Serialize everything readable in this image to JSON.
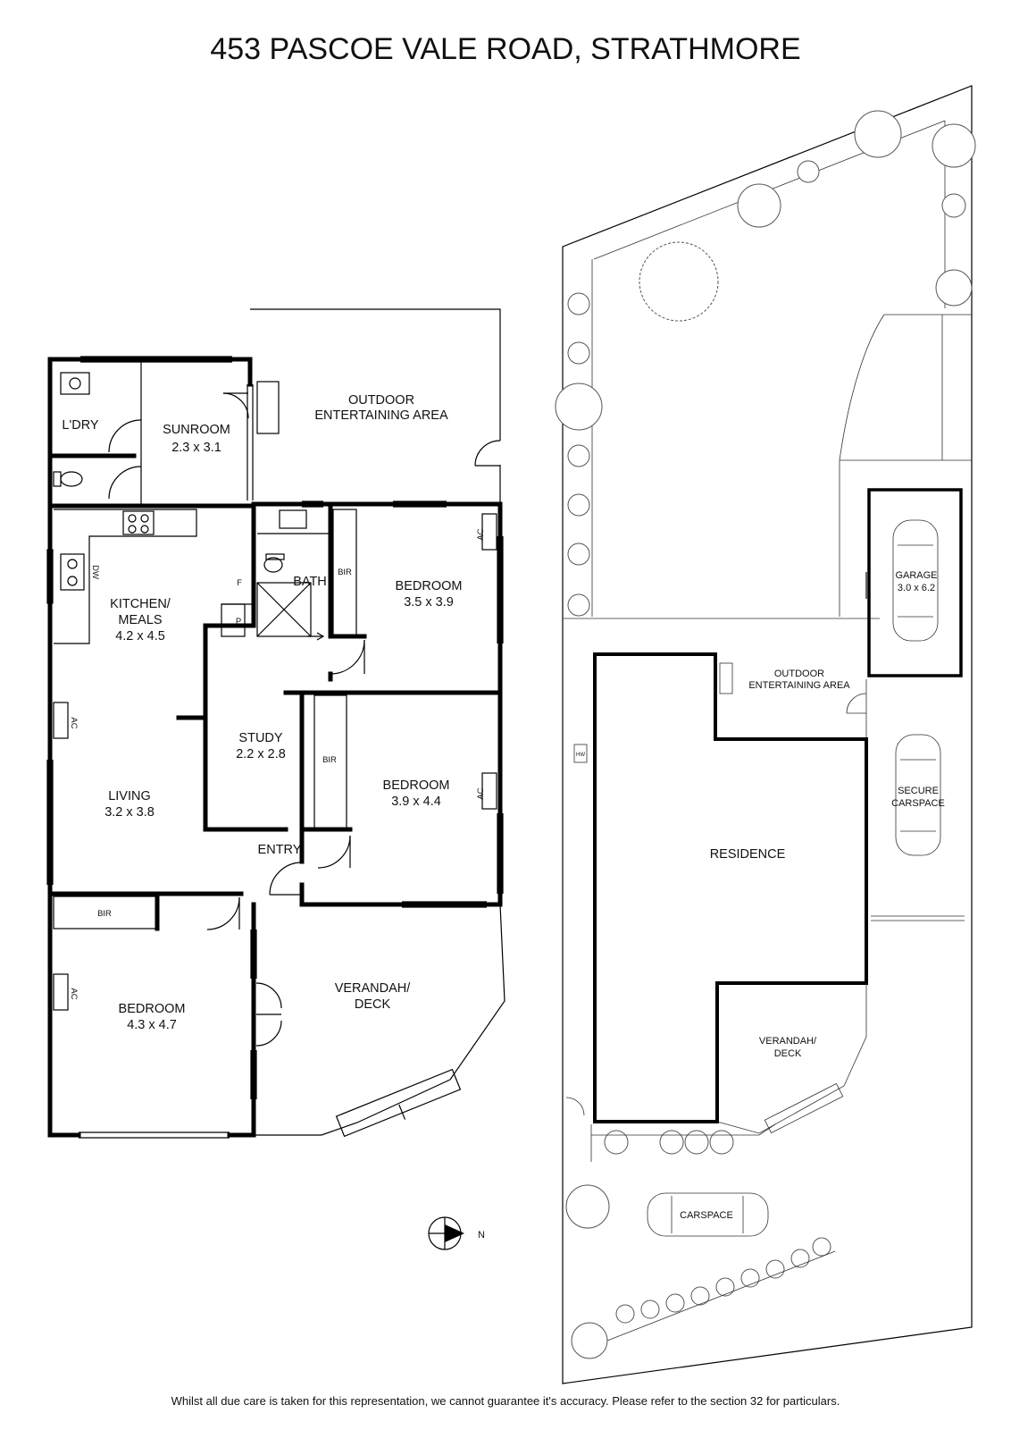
{
  "title": "453 PASCOE VALE ROAD, STRATHMORE",
  "footer": "Whilst all due care is taken for this representation, we cannot guarantee it's accuracy. Please refer to the section 32 for particulars.",
  "compass": {
    "label": "N"
  },
  "floorplan": {
    "outdoor": {
      "name_line1": "OUTDOOR",
      "name_line2": "ENTERTAINING AREA"
    },
    "laundry": {
      "name": "L'DRY"
    },
    "sunroom": {
      "name": "SUNROOM",
      "size": "2.3 x 3.1"
    },
    "kitchen": {
      "name_line1": "KITCHEN/",
      "name_line2": "MEALS",
      "size": "4.2 x 4.5"
    },
    "bath": {
      "name": "BATH"
    },
    "bedroom1": {
      "name": "BEDROOM",
      "size": "3.5 x 3.9"
    },
    "study": {
      "name": "STUDY",
      "size": "2.2 x 2.8"
    },
    "bedroom2": {
      "name": "BEDROOM",
      "size": "3.9 x 4.4"
    },
    "living": {
      "name": "LIVING",
      "size": "3.2 x 3.8"
    },
    "entry": {
      "name": "ENTRY"
    },
    "bedroom3": {
      "name": "BEDROOM",
      "size": "4.3 x 4.7"
    },
    "verandah": {
      "name_line1": "VERANDAH/",
      "name_line2": "DECK"
    },
    "labels": {
      "bir": "BIR",
      "ac": "AC",
      "dw": "DW",
      "f": "F",
      "p": "P"
    }
  },
  "siteplan": {
    "garage": {
      "name": "GARAGE",
      "size": "3.0 x 6.2"
    },
    "outdoor": {
      "name_line1": "OUTDOOR",
      "name_line2": "ENTERTAINING AREA"
    },
    "hw": "HW",
    "secure": {
      "name_line1": "SECURE",
      "name_line2": "CARSPACE"
    },
    "residence": "RESIDENCE",
    "verandah": {
      "name_line1": "VERANDAH/",
      "name_line2": "DECK"
    },
    "carspace": "CARSPACE"
  }
}
